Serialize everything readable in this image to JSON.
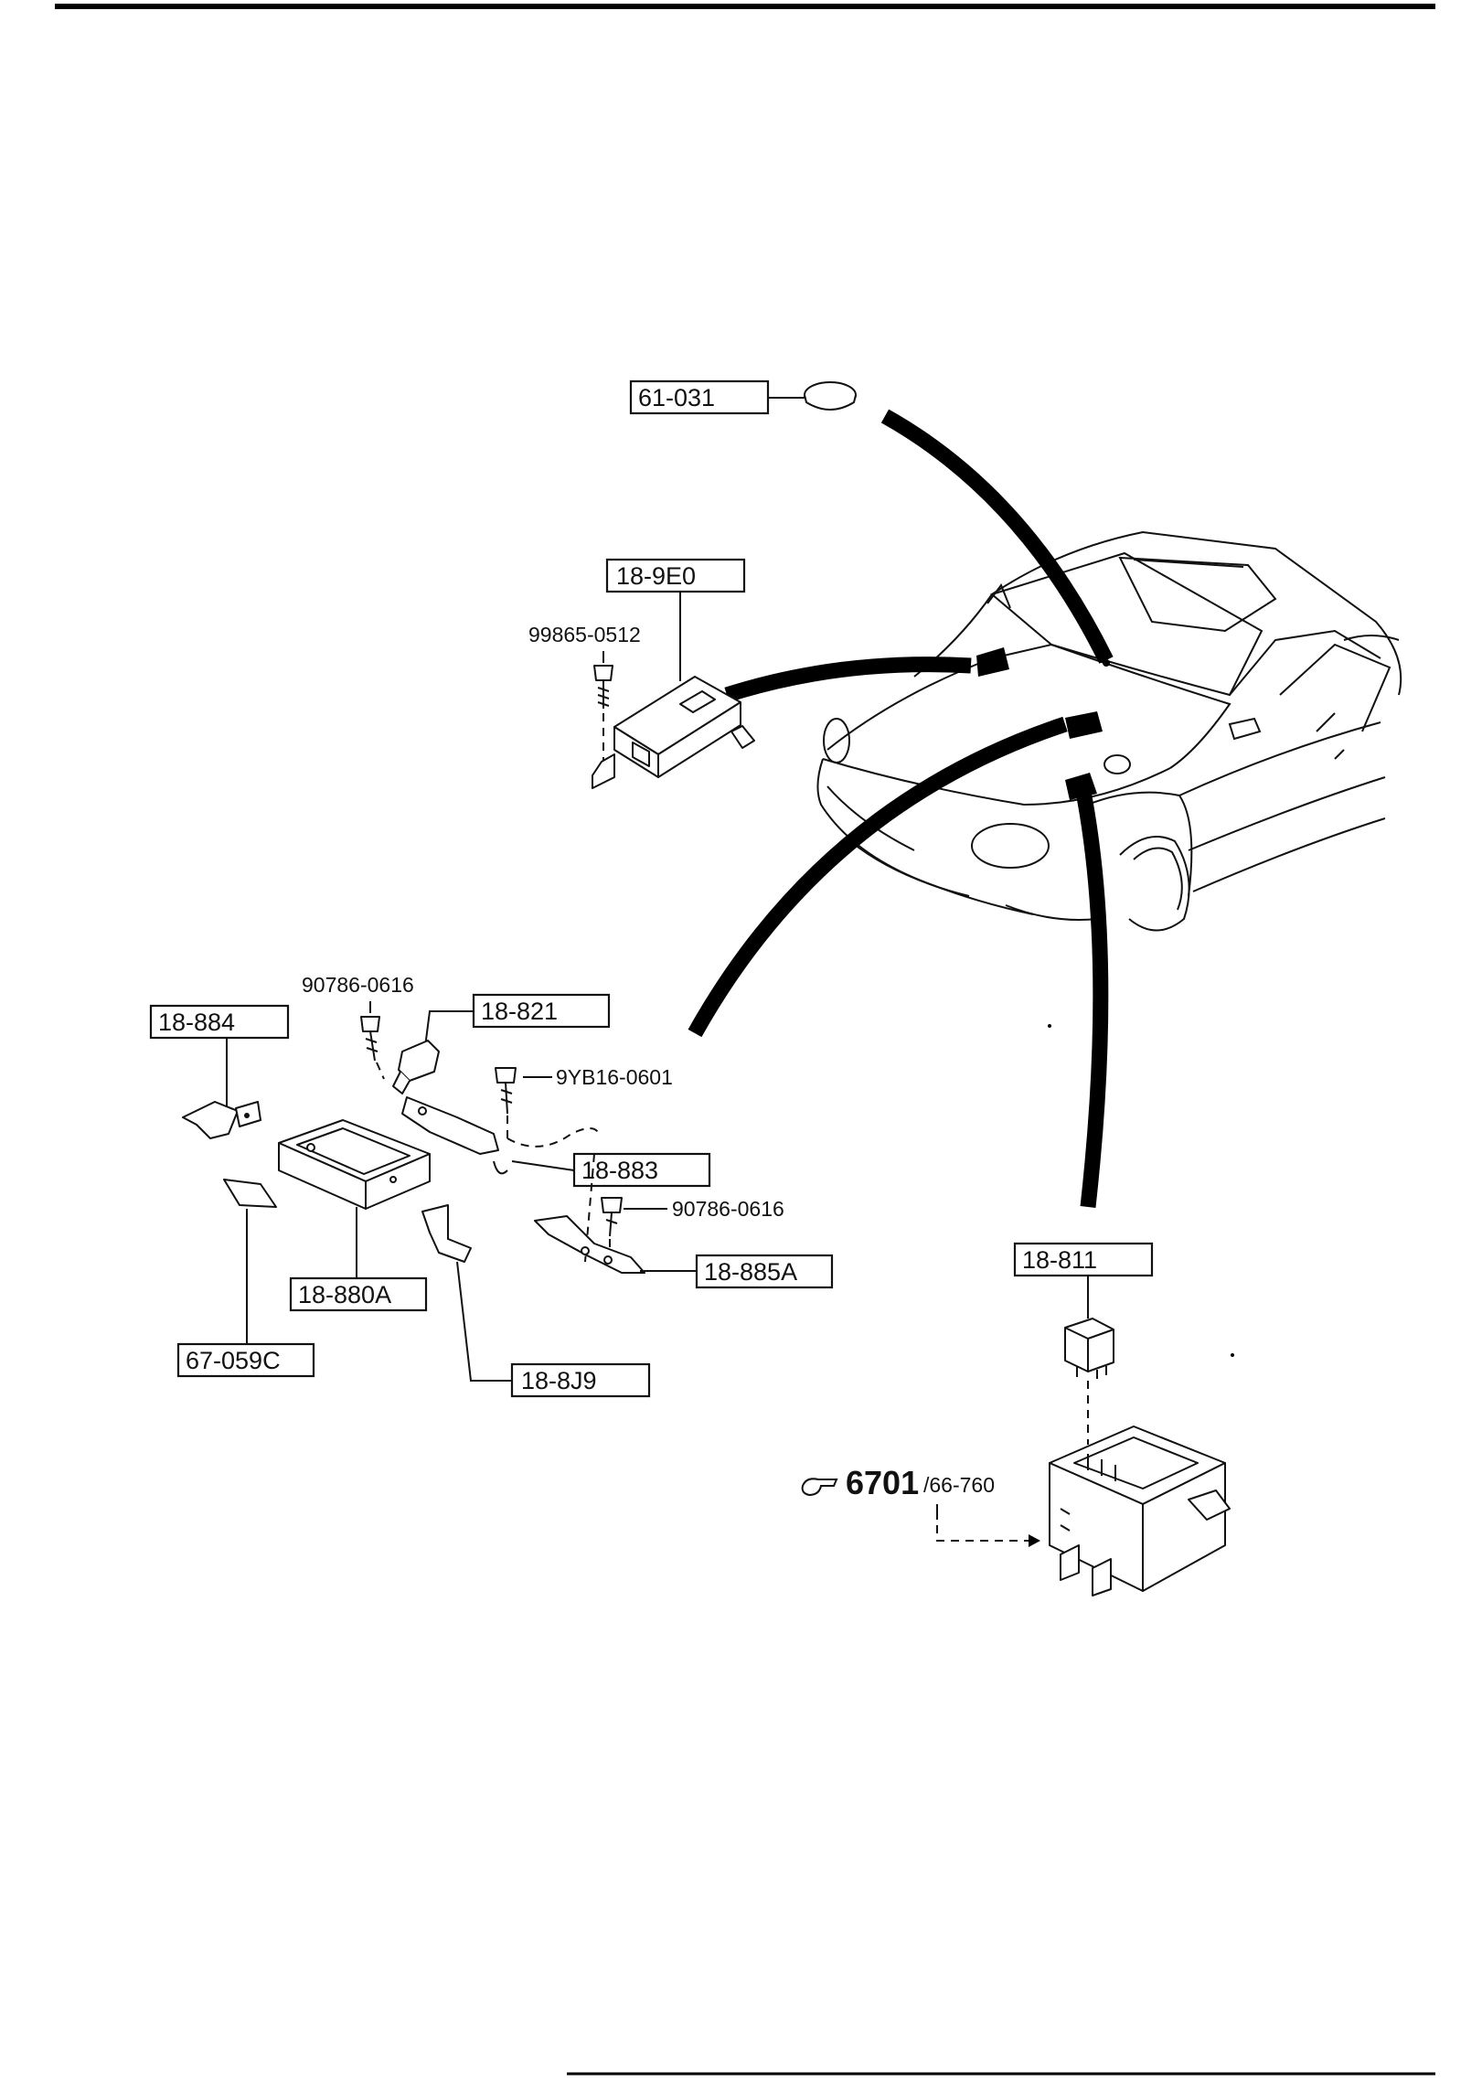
{
  "callouts": {
    "c61031": "61-031",
    "c189e0": "18-9E0",
    "c99865": "99865-0512",
    "c907a": "90786-0616",
    "c18821": "18-821",
    "c18884": "18-884",
    "c9yb16": "9YB16-0601",
    "c18883": "18-883",
    "c907b": "90786-0616",
    "c18885a": "18-885A",
    "c18880a": "18-880A",
    "c67059c": "67-059C",
    "c188j9": "18-8J9",
    "c18811": "18-811",
    "ref_main": "6701",
    "ref_sub": "/66-760"
  },
  "icons": {
    "reference": "pointing-hand-icon"
  }
}
